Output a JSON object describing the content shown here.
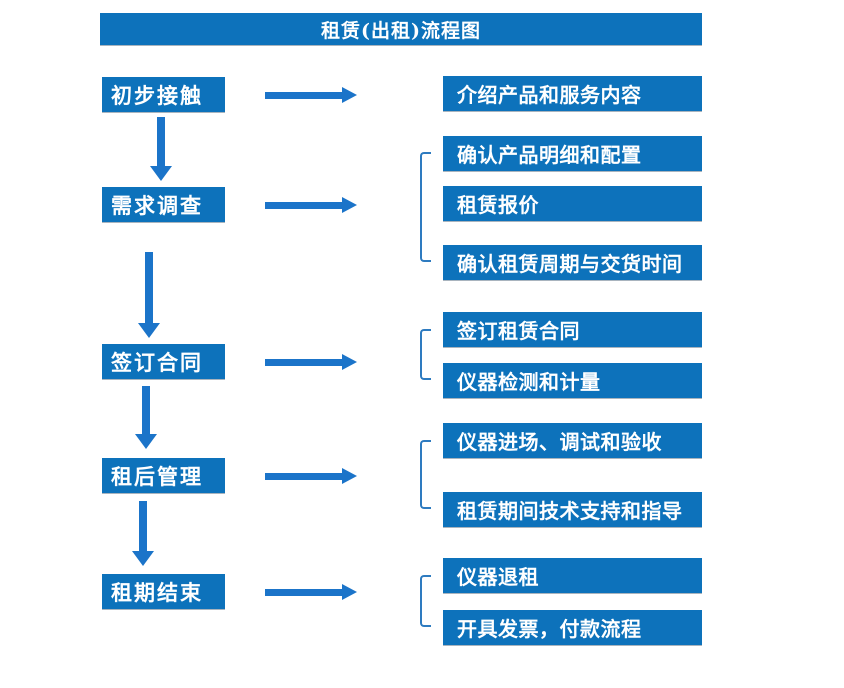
{
  "title": "租赁(出租)流程图",
  "colors": {
    "box_blue": "#0d72bb",
    "arrow_blue": "#1b74c9",
    "bracket_blue": "#2e7bc0",
    "text_white": "#ffffff",
    "background": "#ffffff"
  },
  "steps": [
    {
      "label": "初步接触",
      "details": [
        "介绍产品和服务内容"
      ]
    },
    {
      "label": "需求调查",
      "details": [
        "确认产品明细和配置",
        "租赁报价",
        "确认租赁周期与交货时间"
      ]
    },
    {
      "label": "签订合同",
      "details": [
        "签订租赁合同",
        "仪器检测和计量"
      ]
    },
    {
      "label": "租后管理",
      "details": [
        "仪器进场、调试和验收",
        "租赁期间技术支持和指导"
      ]
    },
    {
      "label": "租期结束",
      "details": [
        "仪器退租",
        "开具发票，付款流程"
      ]
    }
  ]
}
